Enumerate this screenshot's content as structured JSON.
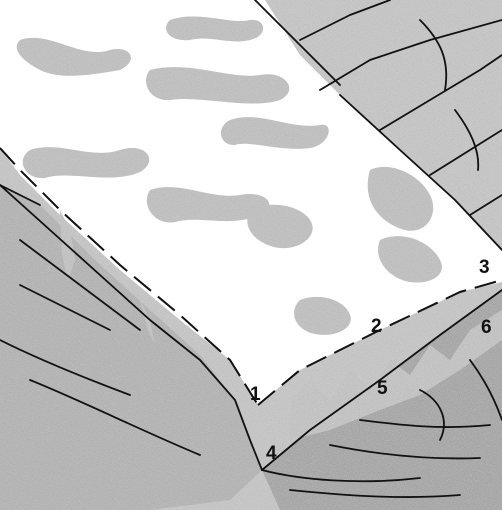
{
  "diagram": {
    "markers": [
      {
        "id": "m1",
        "label": "1"
      },
      {
        "id": "m2",
        "label": "2"
      },
      {
        "id": "m3",
        "label": "3"
      },
      {
        "id": "m4",
        "label": "4"
      },
      {
        "id": "m5",
        "label": "5"
      },
      {
        "id": "m6",
        "label": "6"
      }
    ]
  },
  "colors": {
    "ice_surface": "#ffffff",
    "rock_light": "#c9c9c9",
    "rock_mid": "#b3b3b3",
    "rock_dark": "#9c9c9c",
    "ice_shadow": "#bdbdbd",
    "line": "#111111"
  }
}
